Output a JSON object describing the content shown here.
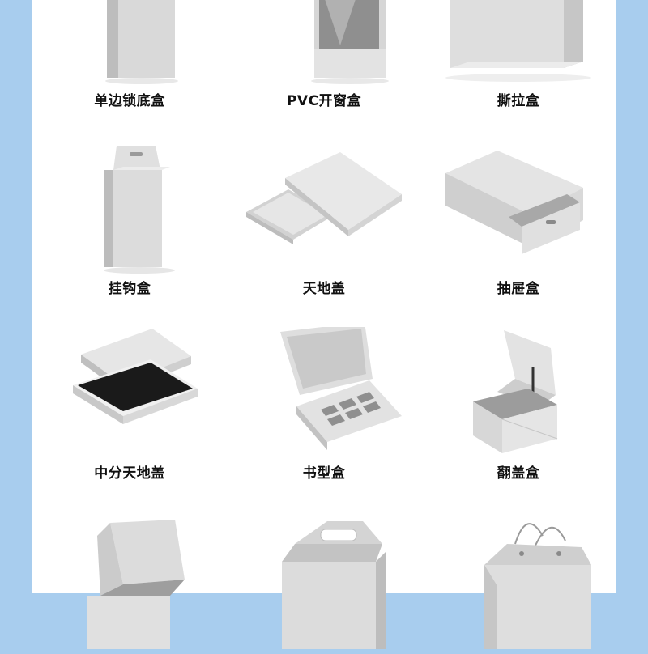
{
  "boxes": [
    {
      "label": "单边锁底盒",
      "icon": "tall-box-icon"
    },
    {
      "label": "PVC开窗盒",
      "icon": "window-box-icon"
    },
    {
      "label": "撕拉盒",
      "icon": "tear-box-icon"
    },
    {
      "label": "挂钩盒",
      "icon": "hanger-box-icon"
    },
    {
      "label": "天地盖",
      "icon": "lid-box-icon"
    },
    {
      "label": "抽屉盒",
      "icon": "drawer-box-icon"
    },
    {
      "label": "中分天地盖",
      "icon": "split-lid-box-icon"
    },
    {
      "label": "书型盒",
      "icon": "book-box-icon"
    },
    {
      "label": "翻盖盒",
      "icon": "flip-box-icon"
    },
    {
      "label": "",
      "icon": "mailer-box-icon"
    },
    {
      "label": "",
      "icon": "handle-box-icon"
    },
    {
      "label": "",
      "icon": "bag-box-icon"
    }
  ]
}
